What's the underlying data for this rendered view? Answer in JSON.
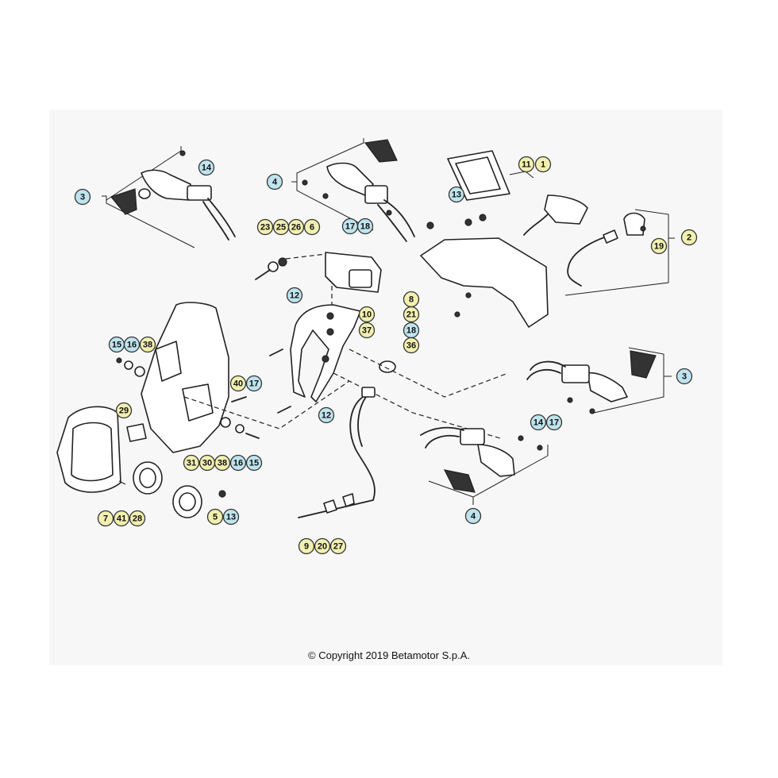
{
  "copyright": "© Copyright 2019 Betamotor S.p.A.",
  "colors": {
    "blue_callout": "#bfe4ee",
    "yellow_callout": "#f2f0b0",
    "panel": "#f7f7f7"
  },
  "callouts": [
    {
      "id": "c1",
      "label": "1",
      "color": "yellow"
    },
    {
      "id": "c2",
      "label": "2",
      "color": "yellow"
    },
    {
      "id": "c3a",
      "label": "3",
      "color": "blue"
    },
    {
      "id": "c3b",
      "label": "3",
      "color": "blue"
    },
    {
      "id": "c4a",
      "label": "4",
      "color": "blue"
    },
    {
      "id": "c4b",
      "label": "4",
      "color": "blue"
    },
    {
      "id": "c5",
      "label": "5",
      "color": "yellow"
    },
    {
      "id": "c6",
      "label": "6",
      "color": "yellow"
    },
    {
      "id": "c7",
      "label": "7",
      "color": "yellow"
    },
    {
      "id": "c8",
      "label": "8",
      "color": "yellow"
    },
    {
      "id": "c9",
      "label": "9",
      "color": "yellow"
    },
    {
      "id": "c10",
      "label": "10",
      "color": "yellow"
    },
    {
      "id": "c11",
      "label": "11",
      "color": "yellow"
    },
    {
      "id": "c12a",
      "label": "12",
      "color": "blue"
    },
    {
      "id": "c12b",
      "label": "12",
      "color": "blue"
    },
    {
      "id": "c13a",
      "label": "13",
      "color": "blue"
    },
    {
      "id": "c13b",
      "label": "13",
      "color": "blue"
    },
    {
      "id": "c14a",
      "label": "14",
      "color": "blue"
    },
    {
      "id": "c14b",
      "label": "14",
      "color": "blue"
    },
    {
      "id": "c15a",
      "label": "15",
      "color": "blue"
    },
    {
      "id": "c15b",
      "label": "15",
      "color": "blue"
    },
    {
      "id": "c16a",
      "label": "16",
      "color": "blue"
    },
    {
      "id": "c16b",
      "label": "16",
      "color": "blue"
    },
    {
      "id": "c17a",
      "label": "17",
      "color": "blue"
    },
    {
      "id": "c17b",
      "label": "17",
      "color": "blue"
    },
    {
      "id": "c17c",
      "label": "17",
      "color": "blue"
    },
    {
      "id": "c18a",
      "label": "18",
      "color": "blue"
    },
    {
      "id": "c18b",
      "label": "18",
      "color": "blue"
    },
    {
      "id": "c19",
      "label": "19",
      "color": "yellow"
    },
    {
      "id": "c20",
      "label": "20",
      "color": "yellow"
    },
    {
      "id": "c21",
      "label": "21",
      "color": "yellow"
    },
    {
      "id": "c23",
      "label": "23",
      "color": "yellow"
    },
    {
      "id": "c25",
      "label": "25",
      "color": "yellow"
    },
    {
      "id": "c26",
      "label": "26",
      "color": "yellow"
    },
    {
      "id": "c27",
      "label": "27",
      "color": "yellow"
    },
    {
      "id": "c28",
      "label": "28",
      "color": "yellow"
    },
    {
      "id": "c29",
      "label": "29",
      "color": "yellow"
    },
    {
      "id": "c30",
      "label": "30",
      "color": "yellow"
    },
    {
      "id": "c31",
      "label": "31",
      "color": "yellow"
    },
    {
      "id": "c36",
      "label": "36",
      "color": "yellow"
    },
    {
      "id": "c37",
      "label": "37",
      "color": "yellow"
    },
    {
      "id": "c38a",
      "label": "38",
      "color": "yellow"
    },
    {
      "id": "c38b",
      "label": "38",
      "color": "yellow"
    },
    {
      "id": "c40",
      "label": "40",
      "color": "yellow"
    },
    {
      "id": "c41",
      "label": "41",
      "color": "yellow"
    }
  ]
}
